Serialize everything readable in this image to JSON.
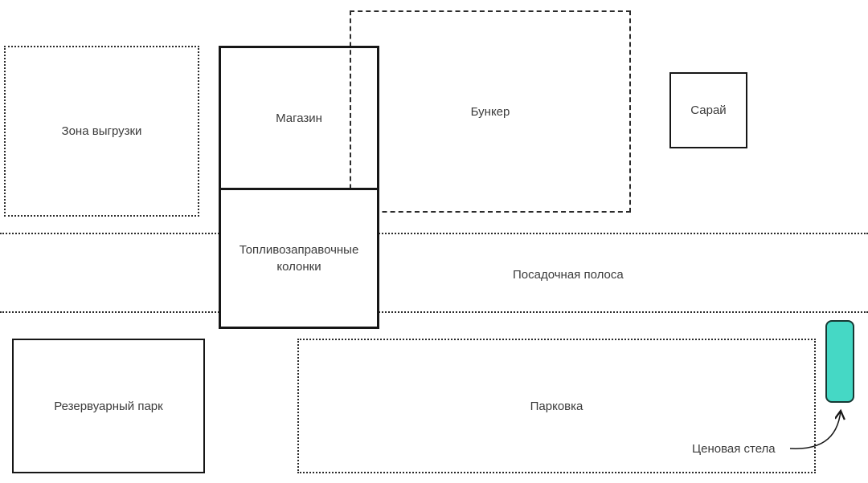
{
  "diagram": {
    "colors": {
      "background": "#ffffff",
      "line": "#2b2b2b",
      "text": "#3b3b3b",
      "stela_fill": "#45d8c5",
      "stela_border": "#163833"
    },
    "zones": {
      "unloading": {
        "label": "Зона выгрузки"
      },
      "shop": {
        "label": "Магазин"
      },
      "fuel_dispensers": {
        "label": "Топливозаправочные колонки"
      },
      "bunker": {
        "label": "Бункер"
      },
      "shed": {
        "label": "Сарай"
      },
      "landing_strip": {
        "label": "Посадочная полоса"
      },
      "tank_farm": {
        "label": "Резервуарный парк"
      },
      "parking": {
        "label": "Парковка"
      },
      "price_stela": {
        "label": "Ценовая стела"
      }
    }
  }
}
